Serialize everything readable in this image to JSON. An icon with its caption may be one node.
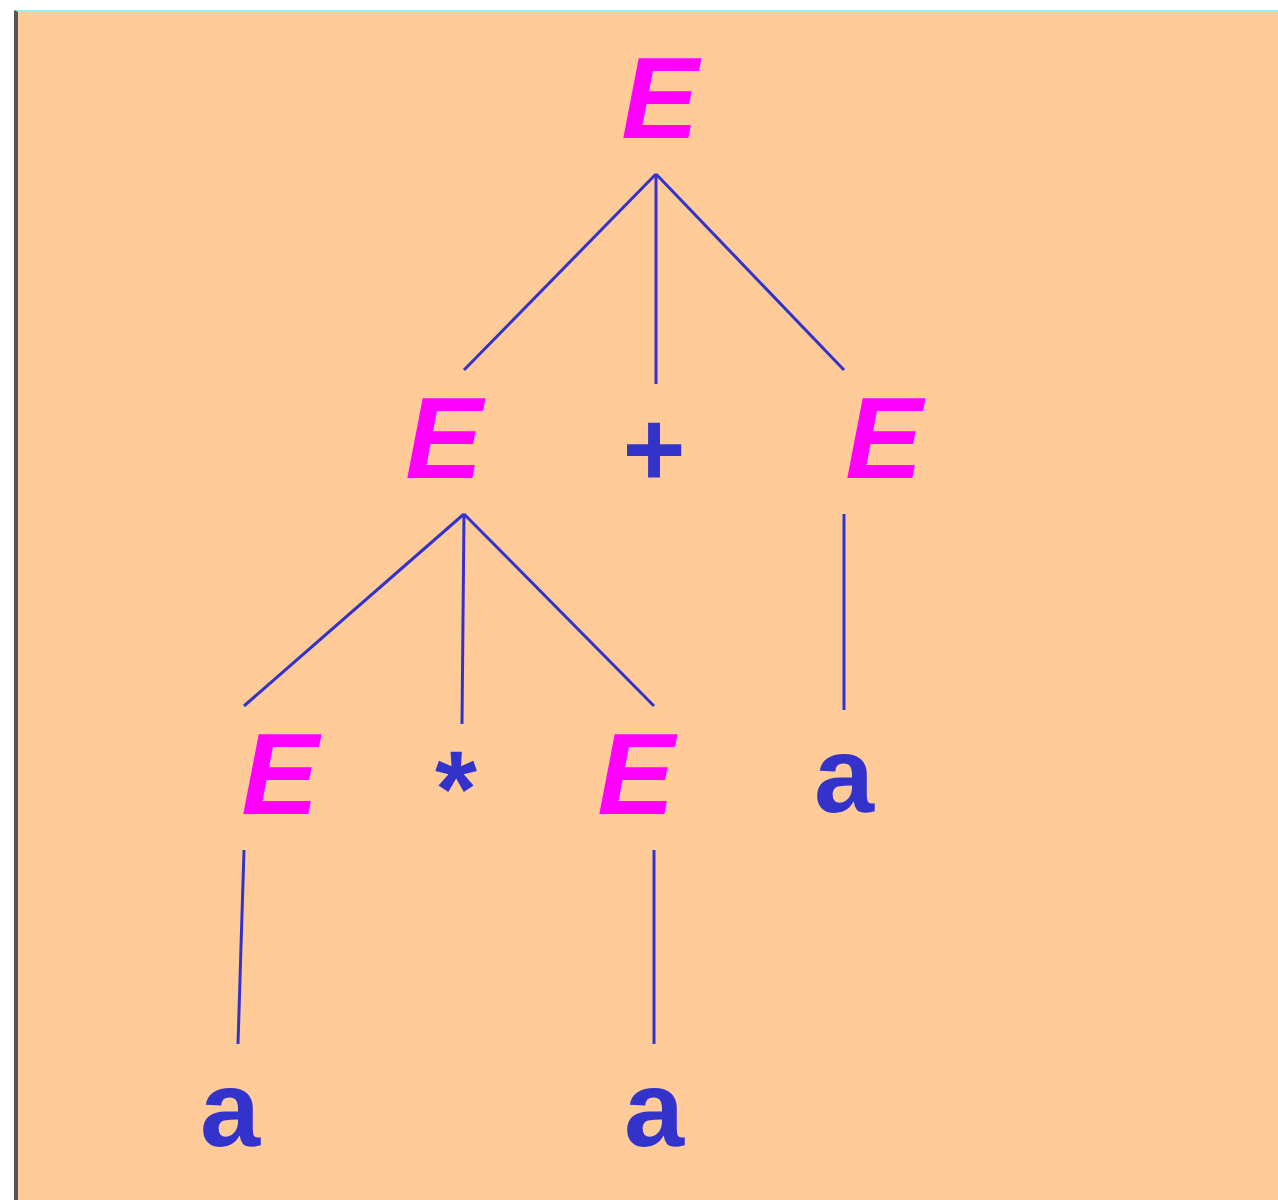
{
  "diagram": {
    "nodes": [
      {
        "text": [
          "E"
        ]
      },
      {
        "text": [
          "E"
        ]
      },
      {
        "text": [
          "+"
        ]
      },
      {
        "text": [
          "E"
        ]
      },
      {
        "text": [
          "E"
        ]
      },
      {
        "text": [
          "*"
        ]
      },
      {
        "text": [
          "E"
        ]
      },
      {
        "text": [
          "a"
        ]
      },
      {
        "text": [
          "a"
        ]
      },
      {
        "text": [
          "a"
        ]
      }
    ],
    "edges": [
      {
        "from": 0,
        "to": 1,
        "arrow": "none"
      },
      {
        "from": 0,
        "to": 2,
        "arrow": "none"
      },
      {
        "from": 0,
        "to": 3,
        "arrow": "none"
      },
      {
        "from": 1,
        "to": 4,
        "arrow": "none"
      },
      {
        "from": 1,
        "to": 5,
        "arrow": "none"
      },
      {
        "from": 1,
        "to": 6,
        "arrow": "none"
      },
      {
        "from": 3,
        "to": 7,
        "arrow": "none"
      },
      {
        "from": 4,
        "to": 8,
        "arrow": "none"
      },
      {
        "from": 6,
        "to": 9,
        "arrow": "none"
      }
    ]
  }
}
